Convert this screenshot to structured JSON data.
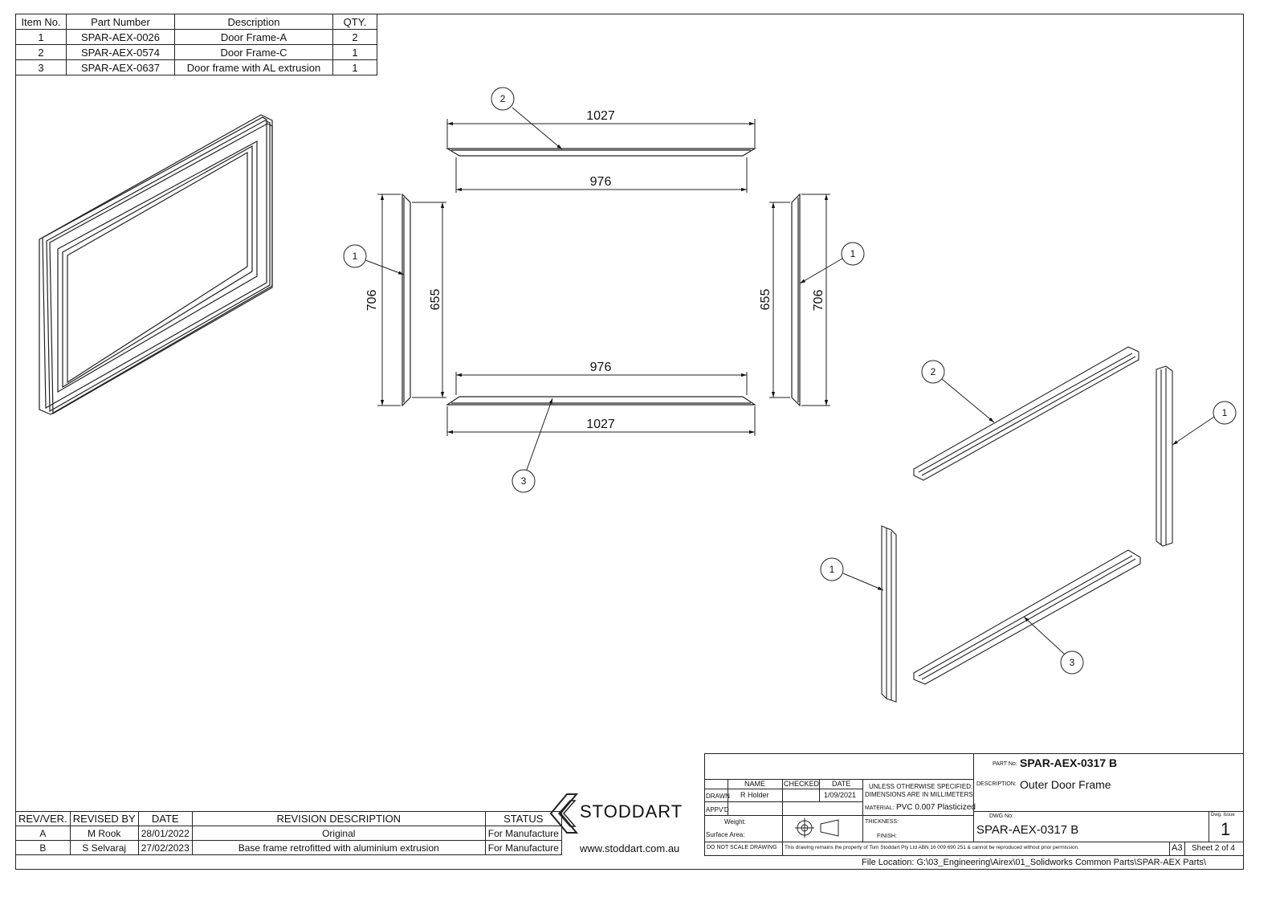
{
  "bom": {
    "headers": [
      "Item No.",
      "Part Number",
      "Description",
      "QTY."
    ],
    "rows": [
      [
        "1",
        "SPAR-AEX-0026",
        "Door Frame-A",
        "2"
      ],
      [
        "2",
        "SPAR-AEX-0574",
        "Door Frame-C",
        "1"
      ],
      [
        "3",
        "SPAR-AEX-0637",
        "Door frame with AL extrusion",
        "1"
      ]
    ]
  },
  "dimensions": {
    "top_outer": "1027",
    "top_inner": "976",
    "bottom_inner": "976",
    "bottom_outer": "1027",
    "left_outer": "706",
    "left_inner": "655",
    "right_inner": "655",
    "right_outer": "706"
  },
  "balloons": {
    "top": "2",
    "left": "1",
    "right": "1",
    "bottom": "3",
    "iso_top": "2",
    "iso_right": "1",
    "iso_left": "1",
    "iso_bottom": "3"
  },
  "revisions": {
    "headers": [
      "REV/VER.",
      "REVISED BY",
      "DATE",
      "REVISION DESCRIPTION",
      "STATUS"
    ],
    "rows": [
      [
        "A",
        "M Rook",
        "28/01/2022",
        "Original",
        "For Manufacture"
      ],
      [
        "B",
        "S Selvaraj",
        "27/02/2023",
        "Base frame retrofitted with aluminium extrusion",
        "For Manufacture"
      ]
    ]
  },
  "brand": {
    "name": "STODDART",
    "website": "www.stoddart.com.au"
  },
  "title_block": {
    "col_name": "NAME",
    "col_checked": "CHECKED",
    "col_date": "DATE",
    "drawn_label": "DRAWN",
    "drawn_name": "R Holder",
    "drawn_date": "1/09/2021",
    "appvd_label": "APPV'D",
    "weight_label": "Weight:",
    "surface_label": "Surface Area:",
    "tolerance_note_1": "UNLESS OTHERWISE SPECIFIED:",
    "tolerance_note_2": "DIMENSIONS ARE IN MILLIMETERS",
    "material_label": "MATERIAL:",
    "material_value": "PVC 0.007 Plasticized",
    "thickness_label": "THICKNESS:",
    "finish_label": "FINISH:",
    "part_no_label": "PART No:",
    "part_no": "SPAR-AEX-0317 B",
    "description_label": "DESCRIPTION:",
    "description": "Outer Door Frame",
    "dwg_no_label": "DWG No:",
    "dwg_no": "SPAR-AEX-0317 B",
    "dwg_issue_label": "Dwg. Issue",
    "dwg_issue": "1",
    "do_not_scale": "DO NOT SCALE DRAWING",
    "copyright": "This drawing remains the property of Tom Stoddart Pty Ltd ABN 16 009 690 251 & cannot be reproduced without prior permission.",
    "size": "A3",
    "sheet": "Sheet 2 of 4",
    "file_location": "File Location: G:\\03_Engineering\\Airex\\01_Solidworks Common Parts\\SPAR-AEX Parts\\"
  }
}
